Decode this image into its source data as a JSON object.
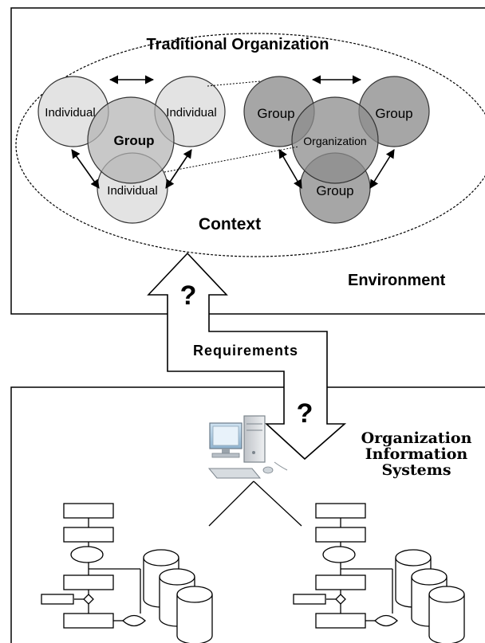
{
  "diagram": {
    "title": "Traditional Organization",
    "context_label": "Context",
    "environment_label": "Environment",
    "requirements_label": "Requirements",
    "question_top": "?",
    "question_bottom": "?",
    "ois_label_lines": [
      "Organization",
      "Information",
      "Systems"
    ],
    "individual_cluster": {
      "left": "Individual",
      "right": "Individual",
      "bottom": "Individual",
      "center": "Group"
    },
    "group_cluster": {
      "left": "Group",
      "right": "Group",
      "bottom": "Group",
      "center": "Organization"
    },
    "colors": {
      "individual_fill": "#e3e3e3",
      "group_center_fill": "#b3b3b3",
      "group_fill": "#a6a6a6",
      "organization_fill": "#8c8c8c",
      "line": "#000000",
      "background": "#ffffff"
    },
    "icons": [
      "computer-icon",
      "database-icon",
      "flowchart-icon"
    ]
  }
}
